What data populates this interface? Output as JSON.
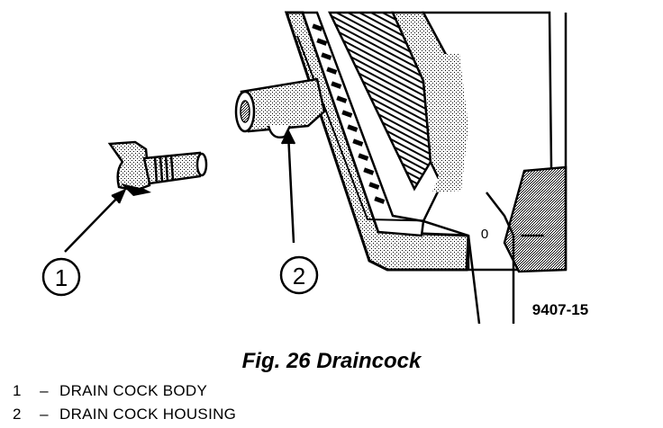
{
  "figure": {
    "caption": "Fig. 26 Draincock",
    "figure_code": "9407-15",
    "mark_zero": "0",
    "callouts": [
      "1",
      "2"
    ]
  },
  "legend": [
    {
      "number": "1",
      "dash": "–",
      "text": "DRAIN COCK BODY"
    },
    {
      "number": "2",
      "dash": "–",
      "text": "DRAIN COCK HOUSING"
    }
  ]
}
